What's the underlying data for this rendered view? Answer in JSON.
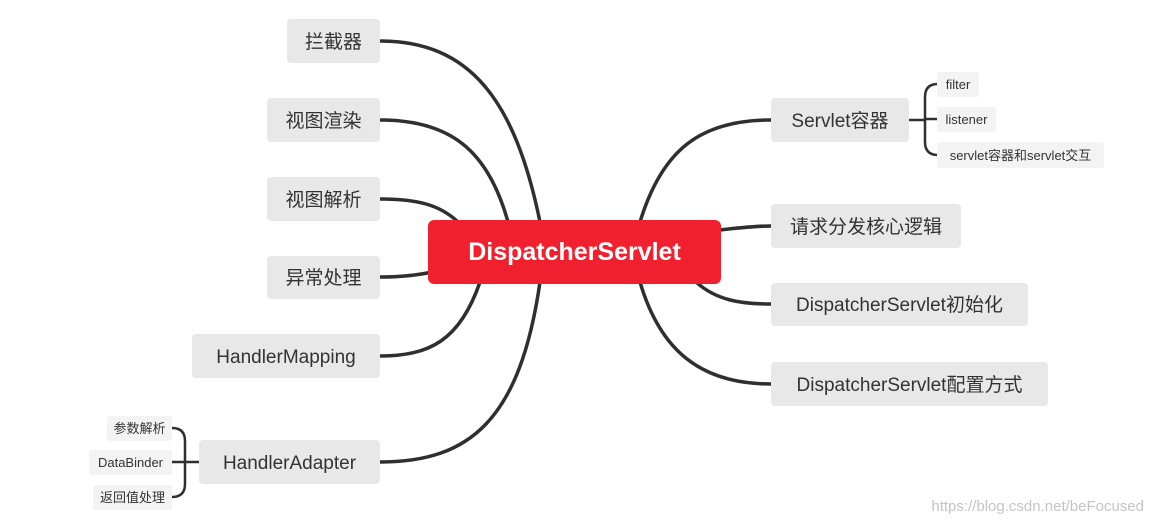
{
  "center": {
    "label": "DispatcherServlet"
  },
  "left": {
    "interceptor": "拦截器",
    "view_render": "视图渲染",
    "view_resolve": "视图解析",
    "exception": "异常处理",
    "handler_mapping": "HandlerMapping",
    "handler_adapter": "HandlerAdapter"
  },
  "handler_adapter_children": {
    "arg_resolve": "参数解析",
    "data_binder": "DataBinder",
    "return_value": "返回值处理"
  },
  "right": {
    "servlet_container": "Servlet容器",
    "dispatch_logic": "请求分发核心逻辑",
    "init": "DispatcherServlet初始化",
    "config": "DispatcherServlet配置方式"
  },
  "servlet_container_children": {
    "filter": "filter",
    "listener": "listener",
    "interaction": "servlet容器和servlet交互"
  },
  "colors": {
    "center": "#f1202e",
    "node": "#e8e8e8",
    "sub_node": "#f3f3f3",
    "line": "#2f2f2f"
  },
  "watermark": "https://blog.csdn.net/beFocused"
}
